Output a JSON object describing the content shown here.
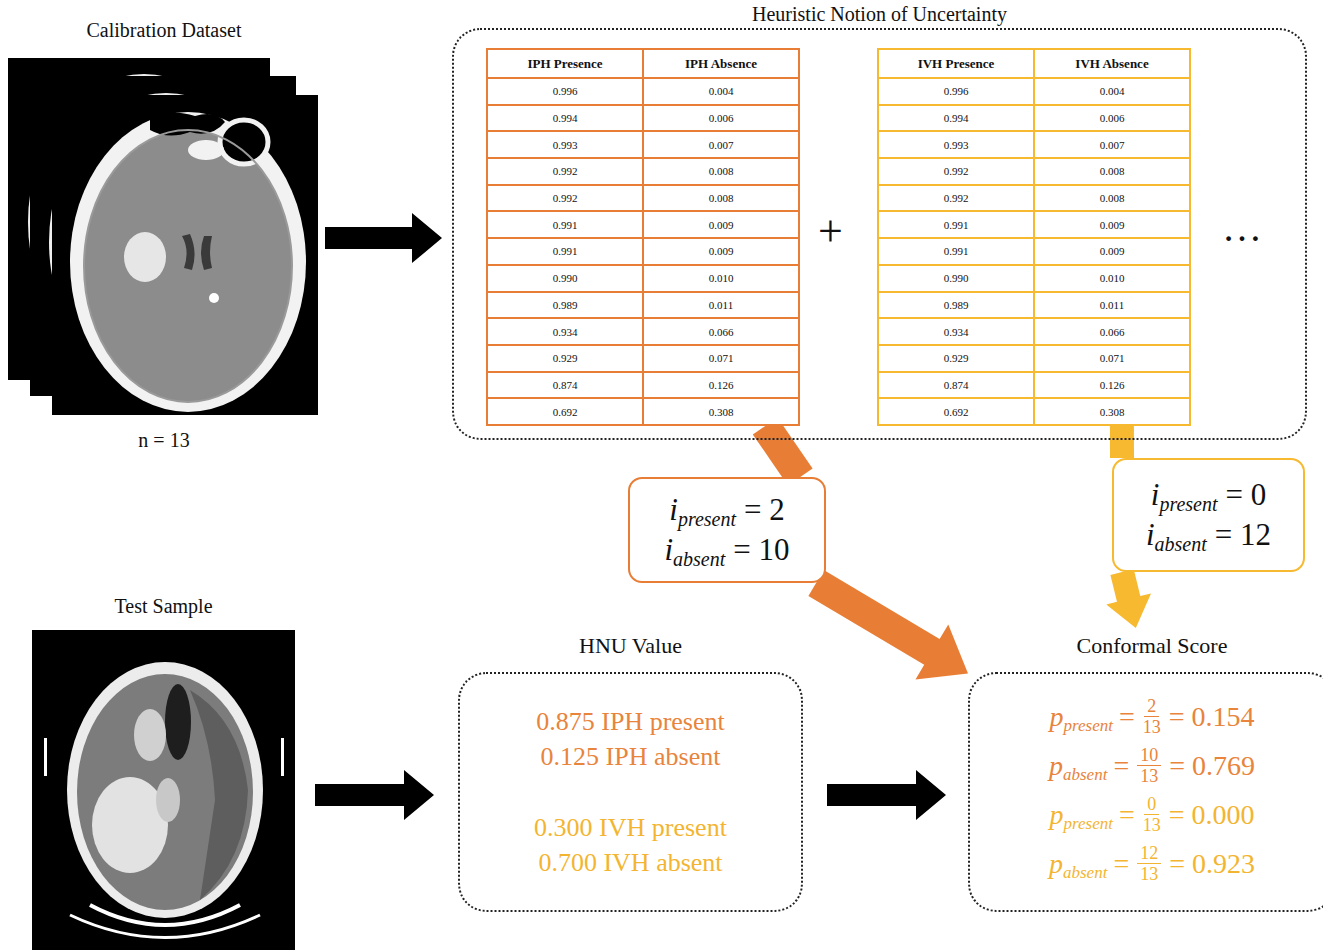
{
  "diagram": {
    "nodes": [
      {
        "text": [
          "Calibration Dataset",
          "n = 13"
        ]
      },
      {
        "text": [
          "Heuristic Notion of Uncertainty",
          "+",
          "…"
        ]
      },
      {
        "text": [
          "IPH Presence",
          "IPH Absence",
          "0.996",
          "0.004",
          "0.994",
          "0.006",
          "0.993",
          "0.007",
          "0.992",
          "0.008",
          "0.992",
          "0.008",
          "0.991",
          "0.009",
          "0.991",
          "0.009",
          "0.990",
          "0.010",
          "0.989",
          "0.011",
          "0.934",
          "0.066",
          "0.929",
          "0.071",
          "0.874",
          "0.126",
          "0.692",
          "0.308"
        ],
        "in": 1
      },
      {
        "text": [
          "IVH Presence",
          "IVH Absence",
          "0.996",
          "0.004",
          "0.994",
          "0.006",
          "0.993",
          "0.007",
          "0.992",
          "0.008",
          "0.992",
          "0.008",
          "0.991",
          "0.009",
          "0.991",
          "0.009",
          "0.990",
          "0.010",
          "0.989",
          "0.011",
          "0.934",
          "0.066",
          "0.929",
          "0.071",
          "0.874",
          "0.126",
          "0.692",
          "0.308"
        ],
        "in": 1
      },
      {
        "text": [
          "i",
          "present",
          "= 2",
          "i",
          "absent",
          "= 10"
        ]
      },
      {
        "text": [
          "i",
          "present",
          "= 0",
          "i",
          "absent",
          "= 12"
        ]
      },
      {
        "text": [
          "Test Sample"
        ]
      },
      {
        "text": [
          "HNU Value",
          "0.875 IPH present",
          "0.125 IPH absent",
          "0.300 IVH present",
          "0.700 IVH absent"
        ]
      },
      {
        "text": [
          "Conformal Score",
          "p",
          "present",
          "=",
          "2",
          "13",
          "= 0.154",
          "p",
          "absent",
          "=",
          "10",
          "13",
          "= 0.769",
          "p",
          "present",
          "=",
          "0",
          "13",
          "= 0.000",
          "p",
          "absent",
          "=",
          "12",
          "13",
          "= 0.923"
        ]
      }
    ],
    "edges": [
      {
        "from": 0,
        "to": 1,
        "arrow": "to"
      },
      {
        "from": 2,
        "to": 4,
        "arrow": "none"
      },
      {
        "from": 4,
        "to": 8,
        "arrow": "to"
      },
      {
        "from": 3,
        "to": 5,
        "arrow": "none"
      },
      {
        "from": 5,
        "to": 8,
        "arrow": "to"
      },
      {
        "from": 6,
        "to": 7,
        "arrow": "to"
      },
      {
        "from": 7,
        "to": 8,
        "arrow": "to"
      }
    ]
  }
}
